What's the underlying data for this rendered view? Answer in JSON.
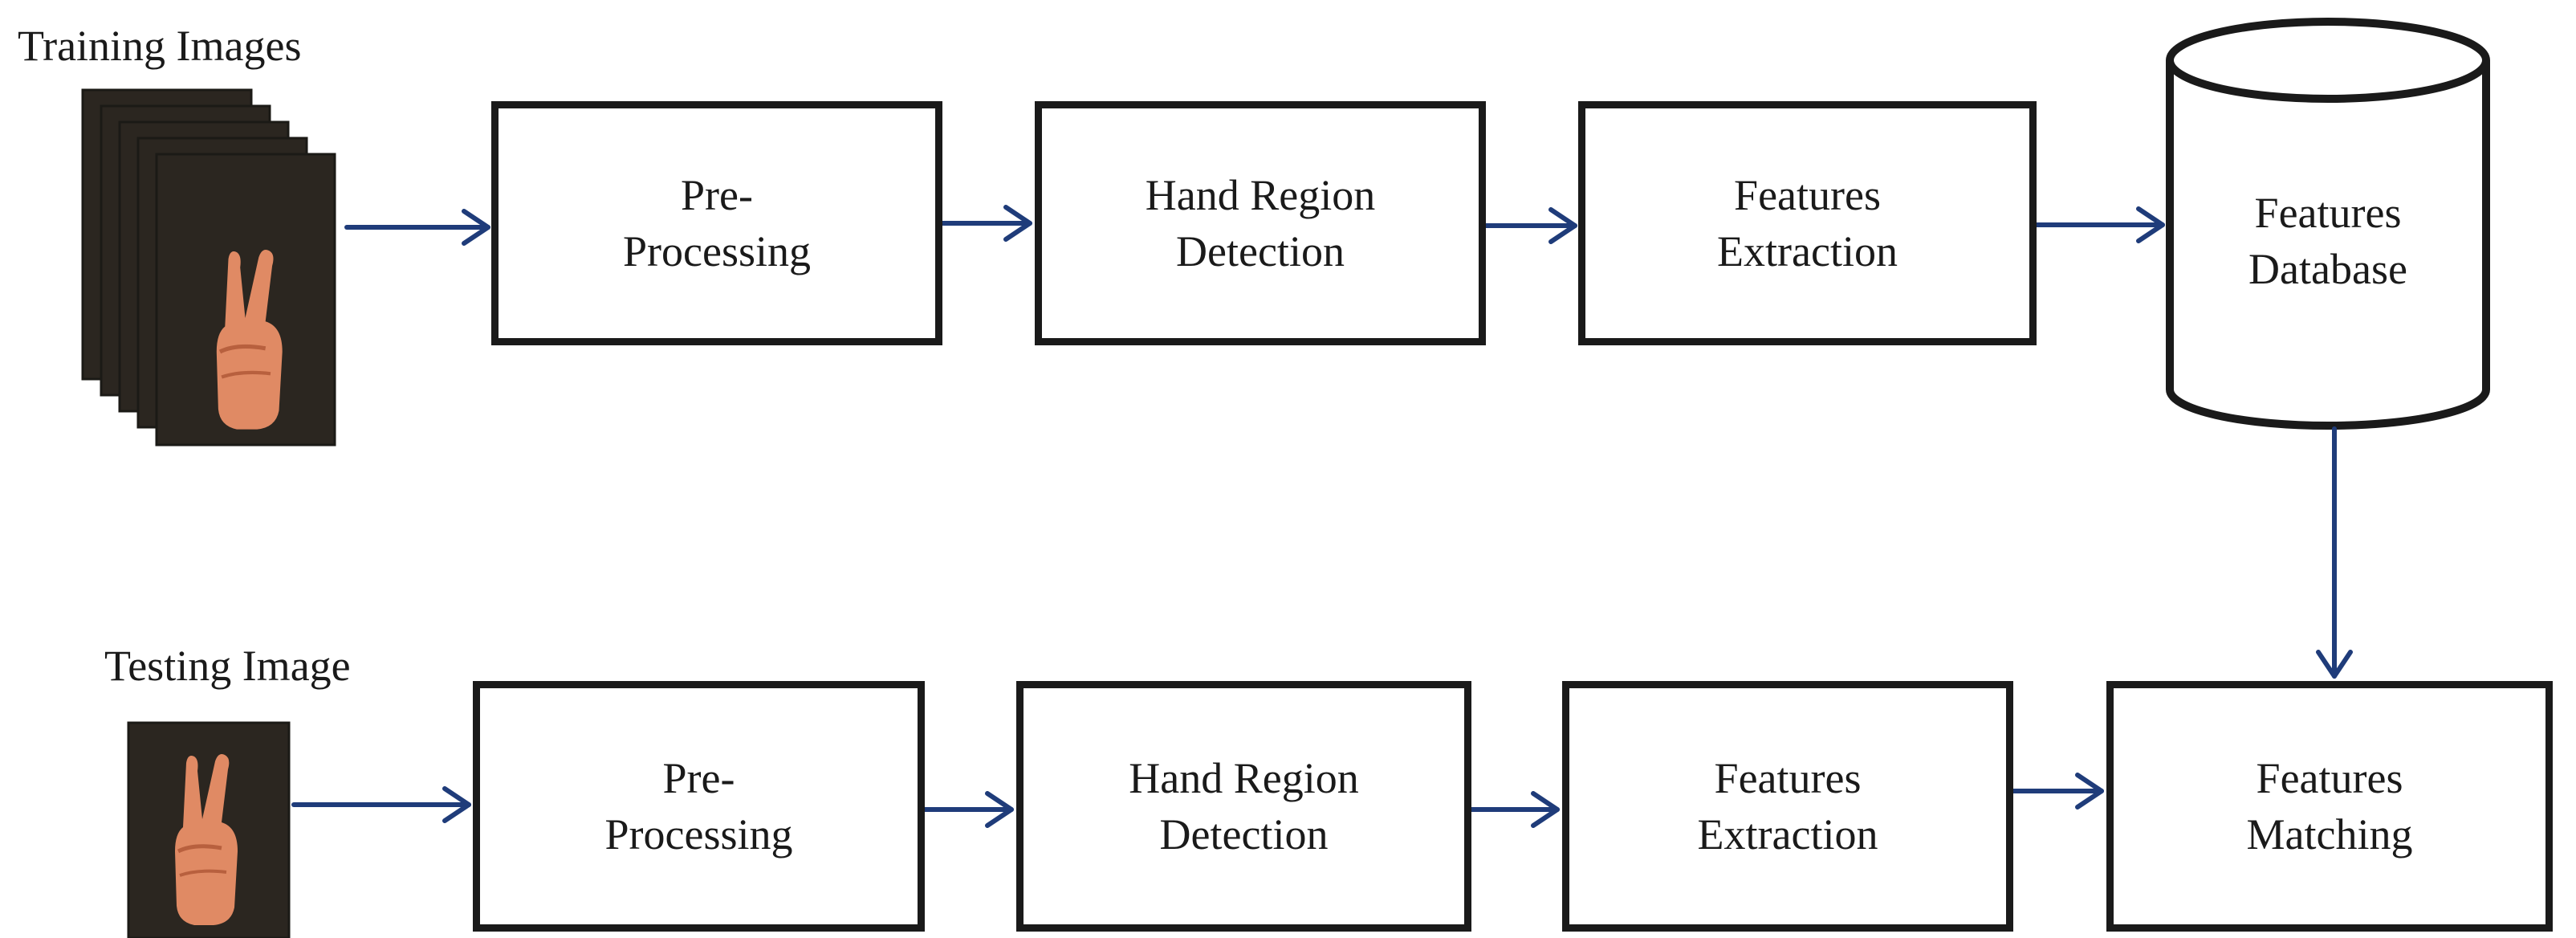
{
  "training": {
    "caption": "Training Images",
    "steps": [
      {
        "line1": "Pre-",
        "line2": "Processing"
      },
      {
        "line1": "Hand Region",
        "line2": "Detection"
      },
      {
        "line1": "Features",
        "line2": "Extraction"
      }
    ],
    "database": {
      "line1": "Features",
      "line2": "Database"
    }
  },
  "testing": {
    "caption": "Testing Image",
    "steps": [
      {
        "line1": "Pre-",
        "line2": "Processing"
      },
      {
        "line1": "Hand Region",
        "line2": "Detection"
      },
      {
        "line1": "Features",
        "line2": "Extraction"
      }
    ],
    "matching": {
      "line1": "Features",
      "line2": "Matching"
    }
  },
  "colors": {
    "arrow": "#1f3c7a",
    "box_border": "#1a1a1a",
    "image_background": "#2b2620",
    "hand": "#e08a64"
  },
  "icons": {
    "training_images": "hand-gesture-image-stack",
    "testing_image": "hand-gesture-image"
  }
}
